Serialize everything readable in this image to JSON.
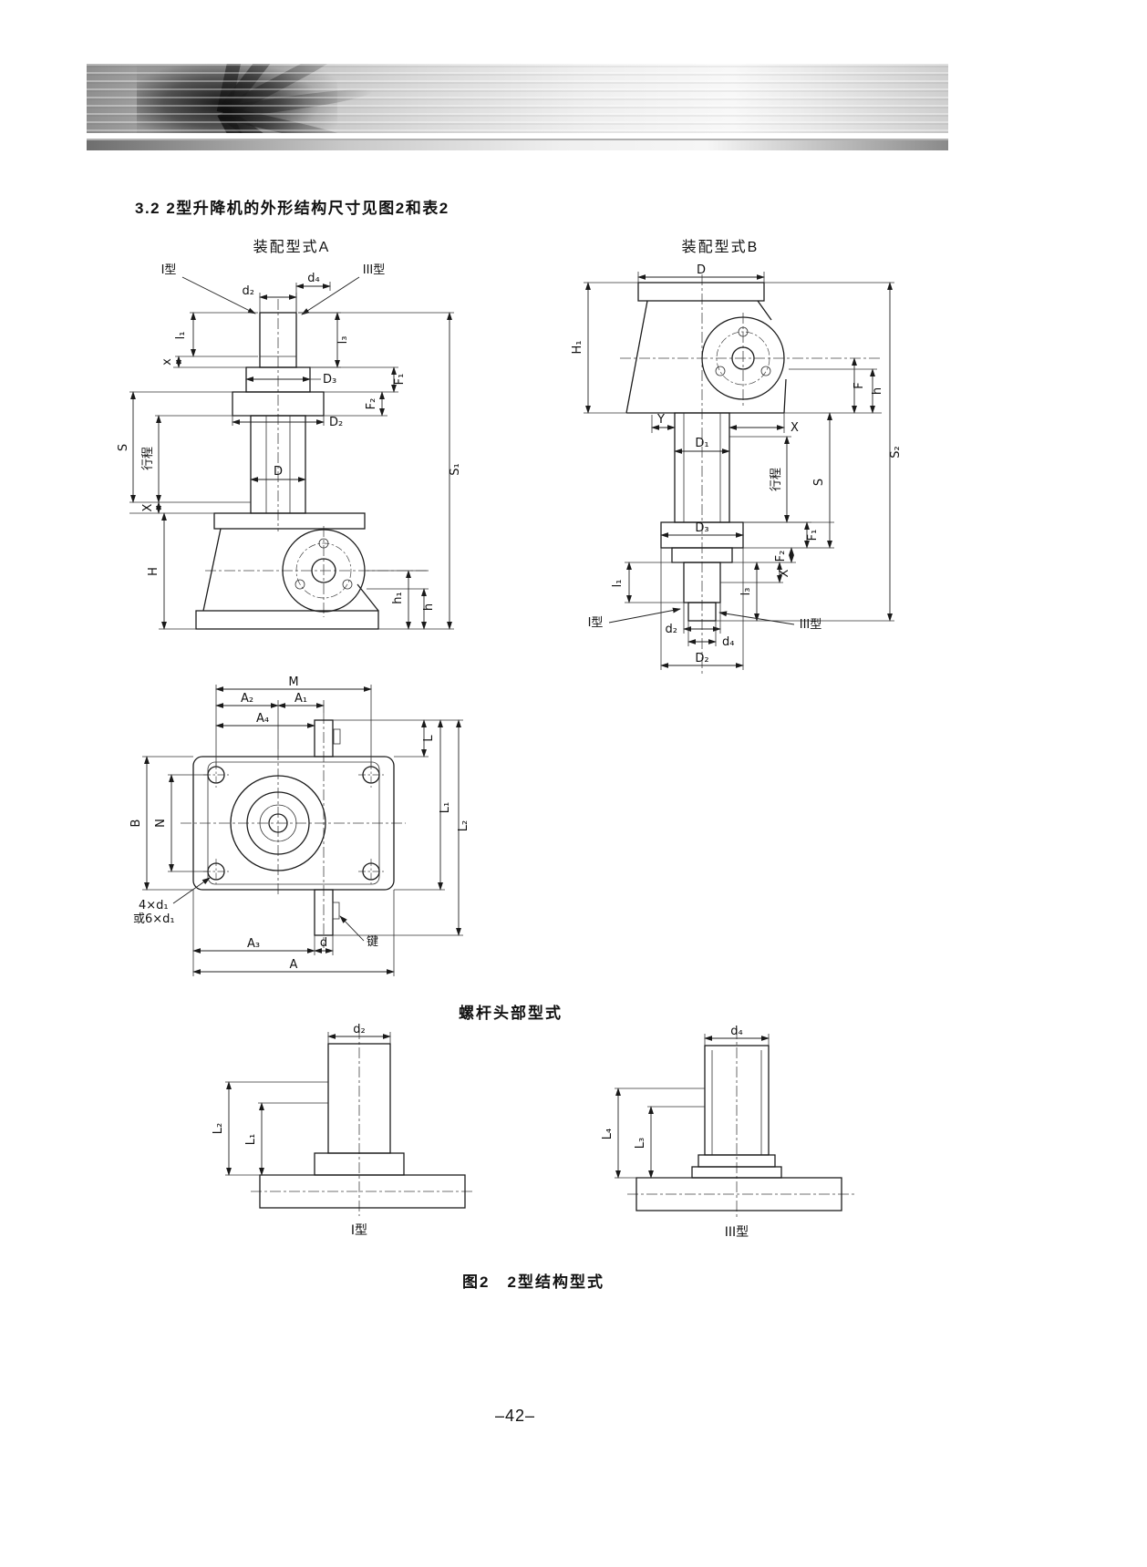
{
  "page": {
    "heading": "3.2 2型升降机的外形结构尺寸见图2和表2",
    "screw_head_heading": "螺杆头部型式",
    "figure_caption": "图2　2型结构型式",
    "page_number": "–42–"
  },
  "assemblyA": {
    "title": "装配型式A",
    "labels": {
      "type1": "I型",
      "type3": "III型",
      "d2": "d₂",
      "d4": "d₄",
      "l1": "l₁",
      "l3": "l₃",
      "x": "x",
      "D3": "D₃",
      "F1": "F₁",
      "F2": "F₂",
      "D2": "D₂",
      "D": "D",
      "S": "S",
      "stroke": "行程",
      "X": "X",
      "H": "H",
      "S1": "S₁",
      "h1": "h₁",
      "h": "h"
    }
  },
  "assemblyB": {
    "title": "装配型式B",
    "labels": {
      "D": "D",
      "H1": "H₁",
      "F": "F",
      "h": "h",
      "Y": "Y",
      "X_top": "X",
      "D1": "D₁",
      "stroke": "行程",
      "S": "S",
      "S2": "S₂",
      "D3": "D₃",
      "F1": "F₁",
      "F2": "F₂",
      "X_mid": "X",
      "l1": "l₁",
      "l3": "l₃",
      "d2": "d₂",
      "d4": "d₄",
      "D2": "D₂",
      "type1": "I型",
      "type3": "III型"
    }
  },
  "topView": {
    "labels": {
      "M": "M",
      "A2": "A₂",
      "A1": "A₁",
      "A4": "A₄",
      "L": "L",
      "B": "B",
      "N": "N",
      "L1": "L₁",
      "L2": "L₂",
      "holes1": "4×d₁",
      "holes2": "或6×d₁",
      "A3": "A₃",
      "d": "d",
      "A": "A",
      "key": "键"
    }
  },
  "headTypeI": {
    "labels": {
      "d2": "d₂",
      "L2": "L₂",
      "L1": "L₁"
    },
    "caption": "I型"
  },
  "headTypeIII": {
    "labels": {
      "d4": "d₄",
      "L4": "L₄",
      "L3": "L₃"
    },
    "caption": "III型"
  }
}
